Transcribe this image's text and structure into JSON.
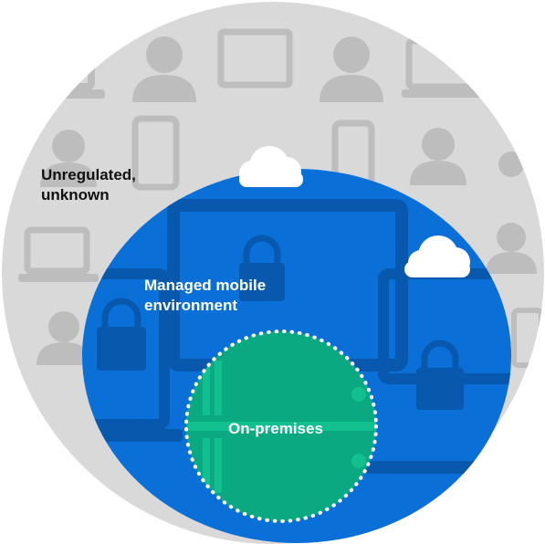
{
  "zones": {
    "outer": {
      "lines": [
        "Unregulated,",
        "unknown"
      ],
      "fill": "#d9d9d9",
      "icon_color": "#bdbdbd",
      "text_color": "#111111"
    },
    "managed": {
      "lines": [
        "Managed mobile",
        "environment"
      ],
      "fill": "#0a6fd6",
      "icon_color": "#0858ae",
      "text_color": "#ffffff"
    },
    "onprem": {
      "lines": [
        "On-premises"
      ],
      "fill": "#0aa982",
      "text_color": "#ffffff",
      "border_style": "dotted-white"
    }
  },
  "icons": {
    "outer_zone": [
      "person-icon",
      "laptop-icon",
      "phone-icon",
      "monitor-icon"
    ],
    "managed_zone": [
      "lock-icon",
      "tablet-icon",
      "laptop-icon"
    ],
    "onprem_zone": [
      "server-rack-icon"
    ],
    "cloud": [
      "cloud-icon",
      "cloud-icon"
    ]
  }
}
